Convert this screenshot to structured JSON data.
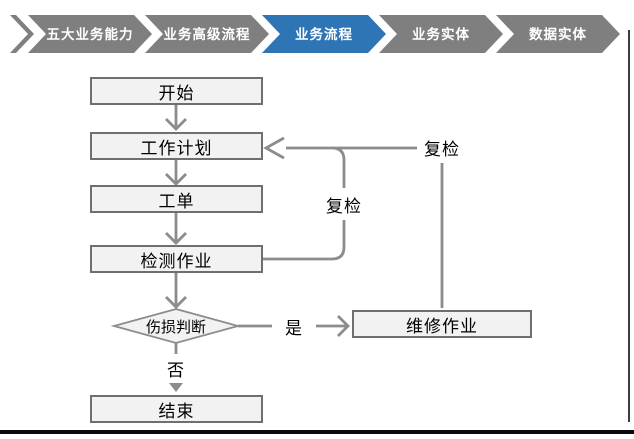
{
  "breadcrumb": {
    "items": [
      {
        "label": "五大业务能力",
        "active": false
      },
      {
        "label": "业务高级流程",
        "active": false
      },
      {
        "label": "业务流程",
        "active": true
      },
      {
        "label": "业务实体",
        "active": false
      },
      {
        "label": "数据实体",
        "active": false
      }
    ],
    "colors": {
      "inactive": "#7f7f7f",
      "active": "#2e75b6",
      "text": "#ffffff"
    }
  },
  "flowchart": {
    "nodes": {
      "start": {
        "label": "开始"
      },
      "plan": {
        "label": "工作计划"
      },
      "order": {
        "label": "工单"
      },
      "inspect": {
        "label": "检测作业"
      },
      "decision": {
        "label": "伤损判断"
      },
      "repair": {
        "label": "维修作业"
      },
      "end": {
        "label": "结束"
      }
    },
    "edges": {
      "recheck_from_repair": {
        "label": "复检"
      },
      "recheck_from_inspect": {
        "label": "复检"
      },
      "yes": {
        "label": "是"
      },
      "no": {
        "label": "否"
      }
    },
    "colors": {
      "node_fill": "#f2f2f2",
      "node_border": "#6f6f6f",
      "connector": "#8c8c8c",
      "text": "#000000"
    }
  }
}
